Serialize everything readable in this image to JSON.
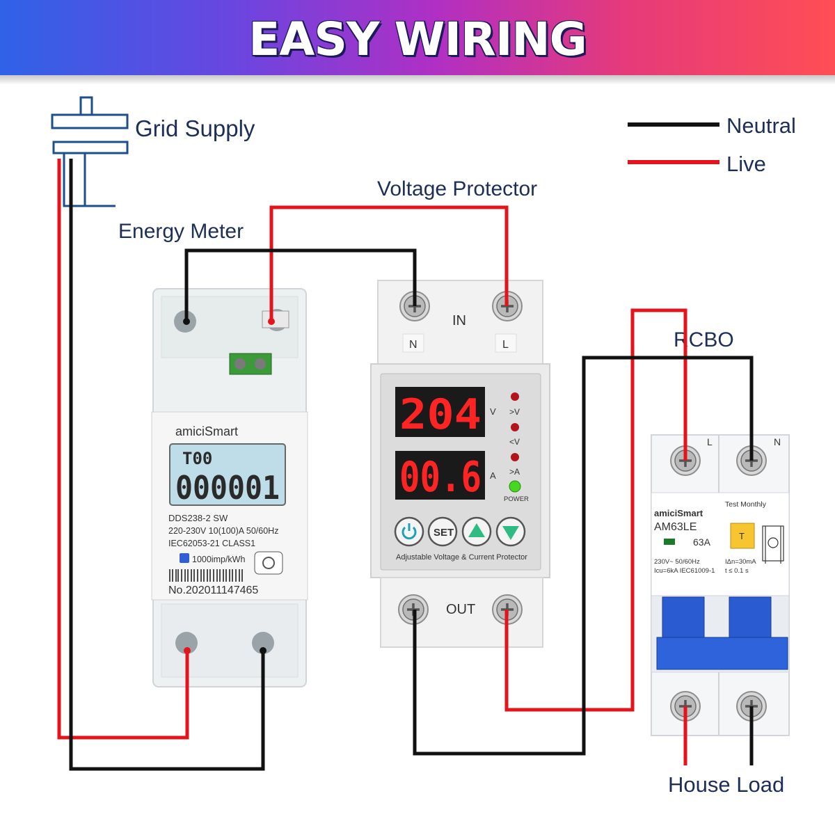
{
  "title": "EASY WIRING",
  "labels": {
    "grid_supply": "Grid Supply",
    "energy_meter": "Energy Meter",
    "voltage_protector": "Voltage Protector",
    "rcbo": "RCBO",
    "house_load": "House Load"
  },
  "legend": [
    {
      "name": "Neutral",
      "color": "#111111"
    },
    {
      "name": "Live",
      "color": "#e3141b"
    }
  ],
  "meter": {
    "brand": "amiciSmart",
    "lcd_top": "T00",
    "lcd_main": "000001",
    "model": "DDS238-2  SW",
    "spec1": "220-230V  10(100)A 50/60Hz",
    "spec2": "IEC62053-21   CLASS1",
    "imp": "1000imp/kWh",
    "serial": "No.202011147465"
  },
  "protector": {
    "in_label": "IN",
    "out_label": "OUT",
    "terminal_n": "N",
    "terminal_l": "L",
    "voltage_display": "204",
    "current_display": "00.6",
    "v_unit": "V",
    "a_unit": "A",
    "ind_over_v": ">V",
    "ind_under_v": "<V",
    "ind_over_a": ">A",
    "power": "POWER",
    "btn_set": "SET",
    "caption": "Adjustable Voltage & Current Protector"
  },
  "rcbo_device": {
    "brand": "amiciSmart",
    "model": "AM63LE",
    "rating": "63A",
    "test": "Test Monthly",
    "spec_left": "230V~      50/60Hz",
    "spec_left2": "Icu=6kA  IEC61009-1",
    "spec_right": "IΔn=30mA",
    "spec_right2": "t ≤ 0.1 s",
    "term_l": "L",
    "term_n": "N",
    "test_btn": "T"
  }
}
